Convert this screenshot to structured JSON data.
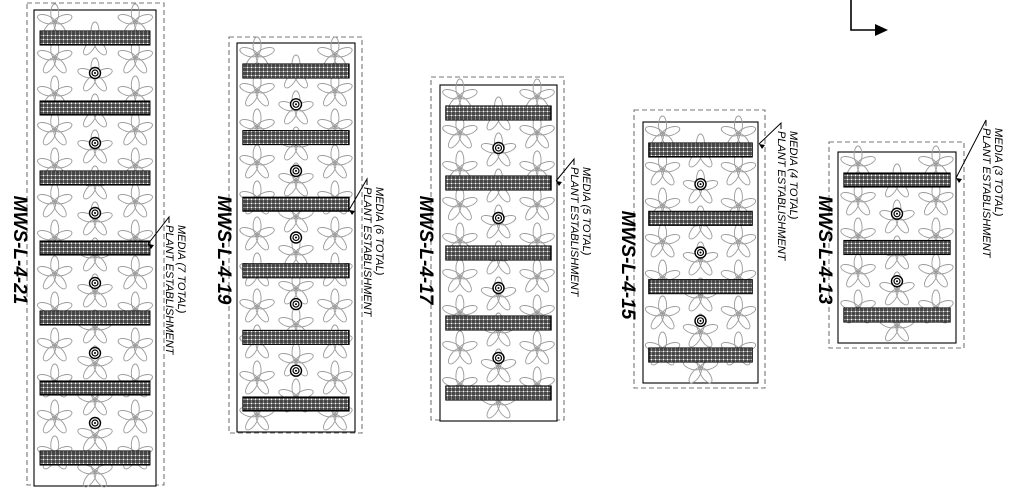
{
  "units": [
    {
      "label": "MWS-L-4-21",
      "note": [
        "PLANT ESTABLISHMENT",
        "MEDIA (7 TOTAL)"
      ],
      "media_count": 7
    },
    {
      "label": "MWS-L-4-19",
      "note": [
        "PLANT ESTABLISHMENT",
        "MEDIA (6 TOTAL)"
      ],
      "media_count": 6
    },
    {
      "label": "MWS-L-4-17",
      "note": [
        "PLANT ESTABLISHMENT",
        "MEDIA (5 TOTAL)"
      ],
      "media_count": 5
    },
    {
      "label": "MWS-L-4-15",
      "note": [
        "PLANT ESTABLISHMENT",
        "MEDIA (4 TOTAL)"
      ],
      "media_count": 4
    },
    {
      "label": "MWS-L-4-13",
      "note": [
        "PLANT ESTABLISHMENT",
        "MEDIA (3 TOTAL)"
      ],
      "media_count": 3
    }
  ],
  "colors": {
    "line": "#000000",
    "plant": "#999999",
    "dash": "#777777"
  },
  "icons": {
    "direction": "flow-arrow-icon",
    "plant": "plant-flower-icon",
    "drain": "drain-target-icon"
  }
}
